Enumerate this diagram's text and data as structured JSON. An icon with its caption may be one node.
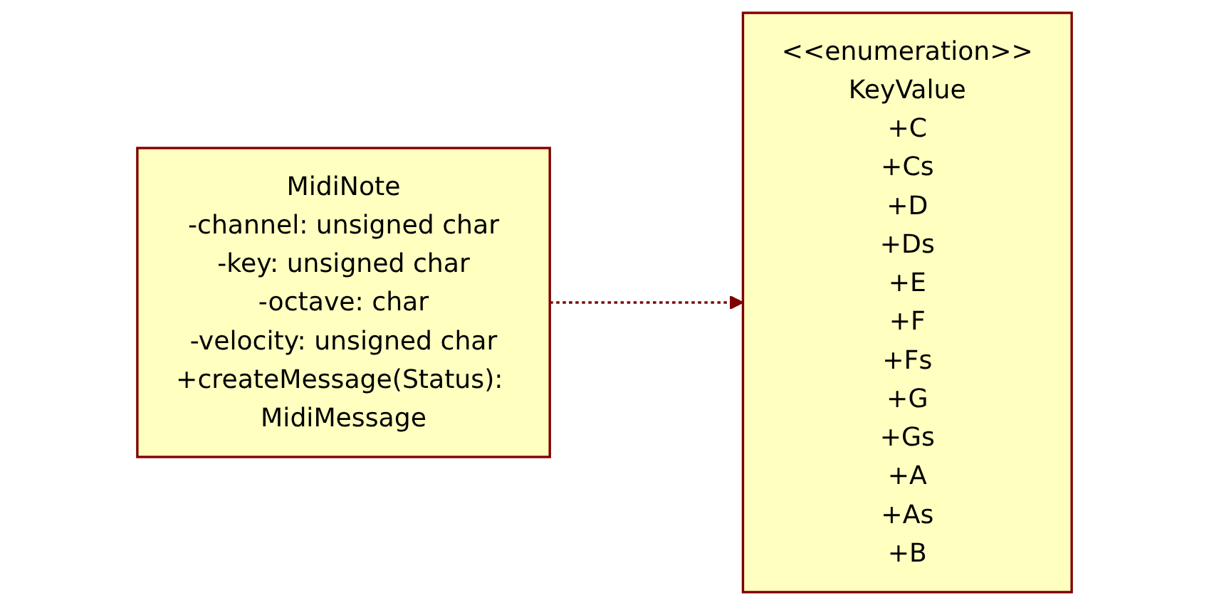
{
  "diagram": {
    "nodes": [
      {
        "text": [
          "MidiNote",
          "-channel: unsigned char",
          "-key: unsigned char",
          "-octave: char",
          "-velocity: unsigned char",
          "+createMessage(Status): MidiMessage"
        ]
      },
      {
        "text": [
          "<<enumeration>>",
          "KeyValue",
          "+C",
          "+Cs",
          "+D",
          "+Ds",
          "+E",
          "+F",
          "+Fs",
          "+G",
          "+Gs",
          "+A",
          "+As",
          "+B"
        ]
      }
    ],
    "edges": [
      {
        "from": 0,
        "to": 1,
        "arrow": "to",
        "style": "dashed",
        "color": "#800000"
      }
    ]
  }
}
